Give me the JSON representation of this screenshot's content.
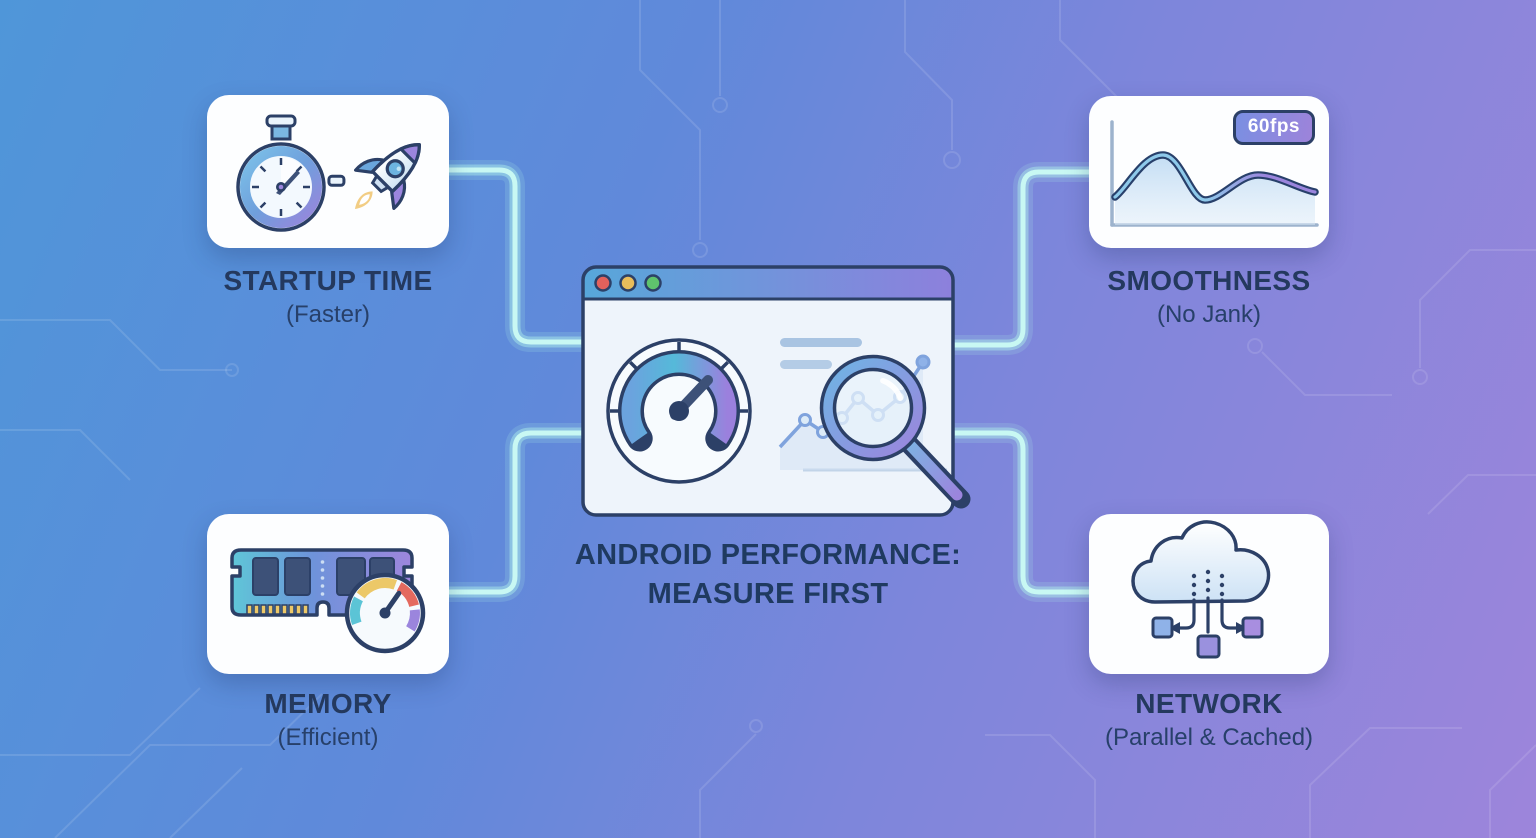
{
  "title": {
    "line1": "ANDROID PERFORMANCE:",
    "line2": "MEASURE FIRST"
  },
  "center": {
    "illustration": "browser-window-with-speed-gauge-and-magnifier"
  },
  "cards": {
    "startup": {
      "label": "STARTUP TIME",
      "sublabel": "(Faster)",
      "icons": [
        "stopwatch-icon",
        "rocket-icon"
      ]
    },
    "smoothness": {
      "label": "SMOOTHNESS",
      "sublabel": "(No Jank)",
      "badge": "60fps",
      "icons": [
        "frame-rate-wave-chart-icon"
      ]
    },
    "memory": {
      "label": "MEMORY",
      "sublabel": "(Efficient)",
      "icons": [
        "ram-module-icon",
        "mini-gauge-icon"
      ]
    },
    "network": {
      "label": "NETWORK",
      "sublabel": "(Parallel & Cached)",
      "icons": [
        "cloud-transfer-icon"
      ]
    }
  },
  "colors": {
    "background_start": "#4f96d9",
    "background_end": "#9d85db",
    "connector": "#b6f3ee",
    "navy_outline": "#2c4067",
    "label_text": "#24395e",
    "badge_gradient_start": "#7a8fe2",
    "badge_gradient_end": "#9d83da",
    "accent_blue": "#6aa6dd",
    "accent_teal": "#58bcd8",
    "accent_purple": "#9b85dd",
    "accent_yellow": "#ecc868",
    "accent_red": "#e4695e"
  }
}
